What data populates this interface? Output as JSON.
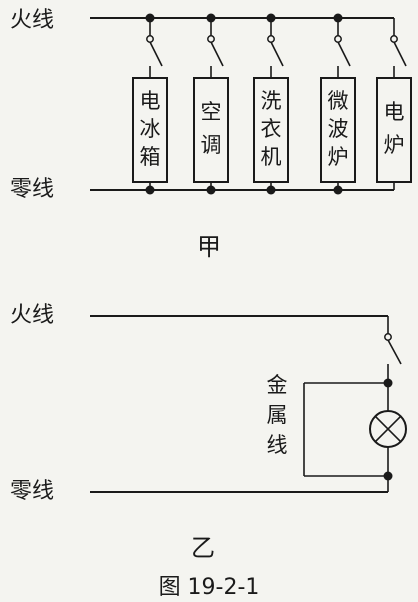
{
  "diagram_a": {
    "live_label": "火线",
    "neutral_label": "零线",
    "appliances": [
      {
        "chars": [
          "电",
          "冰",
          "箱"
        ]
      },
      {
        "chars": [
          "空",
          "调"
        ]
      },
      {
        "chars": [
          "洗",
          "衣",
          "机"
        ]
      },
      {
        "chars": [
          "微",
          "波",
          "炉"
        ]
      },
      {
        "chars": [
          "电",
          "炉"
        ]
      }
    ],
    "caption": "甲"
  },
  "diagram_b": {
    "live_label": "火线",
    "neutral_label": "零线",
    "metal_wire_chars": [
      "金",
      "属",
      "线"
    ],
    "caption": "乙"
  },
  "figure_caption": "图 19-2-1"
}
